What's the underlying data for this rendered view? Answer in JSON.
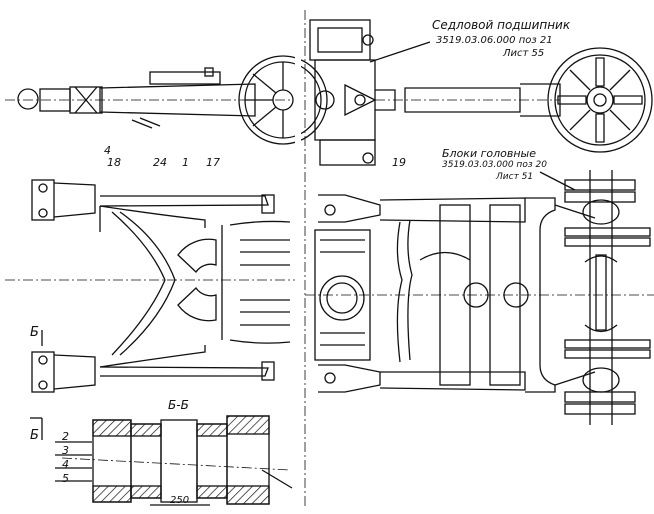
{
  "annotations": {
    "saddle_bearing": {
      "title": "Седловой подшипник",
      "drawing_no": "3519.03.06.000 поз 21",
      "sheet": "Лист 55"
    },
    "head_blocks": {
      "title": "Блоки головные",
      "drawing_no": "3519.03.03.000 поз 20",
      "sheet": "Лист 51"
    }
  },
  "callouts": {
    "c18": "18",
    "c24": "24",
    "c1": "1",
    "c17": "17",
    "c19": "19",
    "c4_small": "4"
  },
  "section": {
    "label": "Б-Б",
    "mark_top": "Б",
    "mark_bottom": "Б",
    "dimension": "250",
    "positions": [
      "2",
      "3",
      "4",
      "5"
    ]
  },
  "colors": {
    "ink": "#111111",
    "paper": "#ffffff"
  }
}
